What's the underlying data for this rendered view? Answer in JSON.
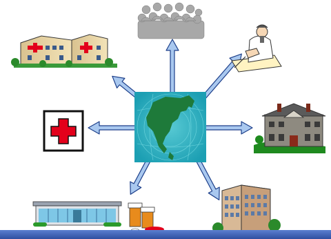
{
  "diagram": {
    "type": "hub-and-spoke",
    "hub": {
      "name": "globe-north-america",
      "description_icon": "globe-icon"
    },
    "spokes": [
      {
        "id": "people",
        "icon": "group-of-people-icon"
      },
      {
        "id": "physician",
        "icon": "doctor-writing-icon"
      },
      {
        "id": "house",
        "icon": "large-house-icon"
      },
      {
        "id": "office",
        "icon": "office-building-icon"
      },
      {
        "id": "pharmacy",
        "icon": "pharmacy-store-and-pill-bottles-icon"
      },
      {
        "id": "red-cross",
        "icon": "red-cross-icon"
      },
      {
        "id": "hospital",
        "icon": "hospital-buildings-icon"
      }
    ],
    "colors": {
      "arrow_fill": "#a9c8ef",
      "arrow_stroke": "#1d3f8a",
      "globe_bg": "#2ab0c0",
      "land": "#1e7a3a",
      "red_cross": "#e3001b",
      "bottom_bar": "#3a5bb0"
    }
  }
}
